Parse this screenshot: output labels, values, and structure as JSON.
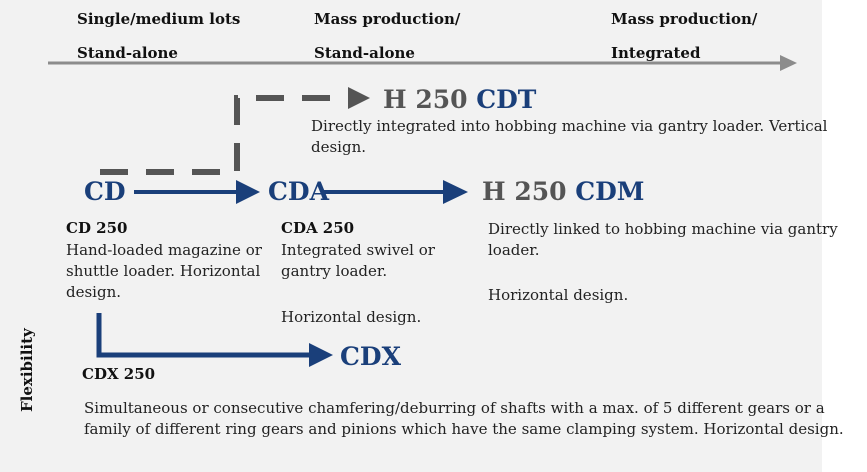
{
  "phases": [
    {
      "line1": "Single/medium lots",
      "line2": "Stand-alone"
    },
    {
      "line1": "Mass production/",
      "line2": "Stand-alone"
    },
    {
      "line1": "Mass production/",
      "line2": "Integrated"
    }
  ],
  "y_axis_label": "Flexibility",
  "nodes": {
    "cd": {
      "label": "CD"
    },
    "cda": {
      "label": "CDA"
    },
    "cdm": {
      "prefix": "H 250",
      "label": "CDM"
    },
    "cdt": {
      "prefix": "H 250",
      "label": "CDT"
    },
    "cdx": {
      "label": "CDX"
    }
  },
  "descriptions": {
    "cdt": "Directly integrated into hobbing machine via gantry loader. Vertical design.",
    "cd_model": "CD 250",
    "cd": "Hand-loaded magazine or shuttle loader. Horizontal design.",
    "cda_model": "CDA 250",
    "cda_line1": "Integrated swivel or gantry loader.",
    "cda_line2": "Horizontal design.",
    "cdm_line1": "Directly linked to hobbing machine via gantry loader.",
    "cdm_line2": "Horizontal design.",
    "cdx_model": "CDX 250",
    "cdx": "Simultaneous or consecutive chamfering/deburring of shafts with a  max. of 5 different gears or a family of different ring gears and pinions which have the same clamping system. Horizontal design."
  },
  "colors": {
    "background_panel": "#f2f2f2",
    "axis_arrow": "#8c8c8c",
    "flow_arrow": "#1a3f7a",
    "dashed_arrow": "#555555",
    "node_text": "#1a3f7a"
  }
}
